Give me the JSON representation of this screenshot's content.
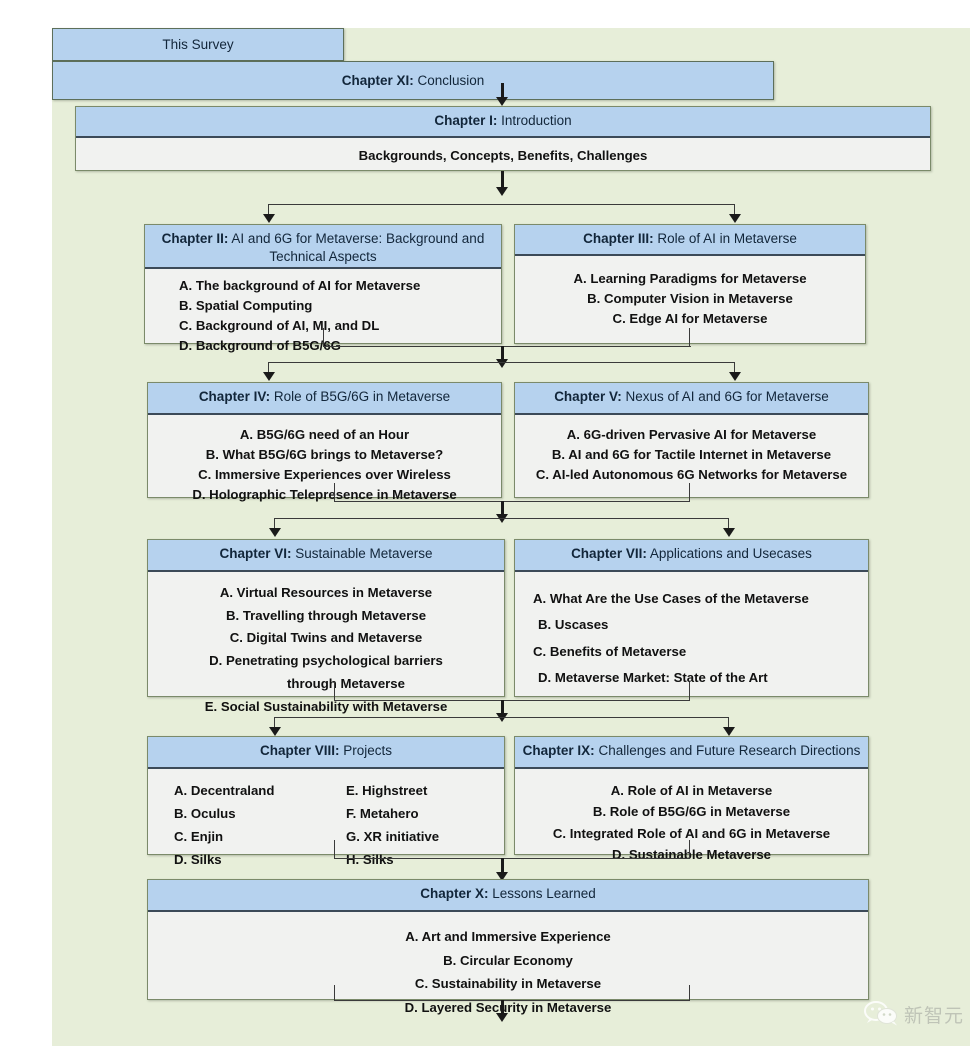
{
  "theme": {
    "canvas_bg": "#e7eed9",
    "header_blue": "#b6d2ee",
    "body_gray": "#f1f2f0",
    "border": "#7b8a6a",
    "header_text": "#12263a"
  },
  "root": {
    "label": "This Survey"
  },
  "chapter1": {
    "num": "Chapter I:",
    "title": " Introduction",
    "subtitle": "Backgrounds, Concepts, Benefits, Challenges"
  },
  "chapters": {
    "ii": {
      "num": "Chapter II:",
      "title": " AI and 6G for Metaverse: Background and Technical Aspects",
      "items": [
        "A. The background of AI for Metaverse",
        "B. Spatial Computing",
        "C. Background of AI, MI, and DL",
        "D. Background of B5G/6G"
      ]
    },
    "iii": {
      "num": "Chapter III:",
      "title": " Role of AI in Metaverse",
      "items": [
        "A. Learning Paradigms for Metaverse",
        "B. Computer Vision in Metaverse",
        "C. Edge AI for Metaverse"
      ]
    },
    "iv": {
      "num": "Chapter IV:",
      "title": " Role of B5G/6G in Metaverse",
      "items": [
        "A. B5G/6G need of an Hour",
        "B. What B5G/6G brings to Metaverse?",
        "C. Immersive Experiences over Wireless",
        "D. Holographic Telepresence in Metaverse"
      ]
    },
    "v": {
      "num": "Chapter V:",
      "title": " Nexus of AI and 6G for Metaverse",
      "items": [
        "A. 6G-driven Pervasive AI for Metaverse",
        "B. AI and 6G for Tactile Internet in Metaverse",
        "C. AI-led Autonomous 6G Networks for Metaverse"
      ]
    },
    "vi": {
      "num": "Chapter VI:",
      "title": " Sustainable Metaverse",
      "items": [
        "A. Virtual Resources in Metaverse",
        "B. Travelling through Metaverse",
        "C. Digital Twins and Metaverse",
        "D. Penetrating psychological barriers",
        "through Metaverse",
        "E. Social Sustainability with Metaverse"
      ]
    },
    "vii": {
      "num": "Chapter VII:",
      "title": " Applications and Usecases",
      "items": [
        "A. What Are the Use Cases of the Metaverse",
        "B. Uscases",
        "C. Benefits of Metaverse",
        "D. Metaverse Market: State of the Art"
      ]
    },
    "viii": {
      "num": "Chapter VIII:",
      "title": " Projects",
      "col1": [
        "A. Decentraland",
        "B. Oculus",
        "C. Enjin",
        "D. Silks"
      ],
      "col2": [
        "E. Highstreet",
        "F. Metahero",
        "G. XR initiative",
        "H. Silks"
      ]
    },
    "ix": {
      "num": "Chapter IX:",
      "title": " Challenges and Future Research Directions",
      "items": [
        "A. Role of AI in Metaverse",
        "B. Role of B5G/6G in Metaverse",
        "C. Integrated Role of AI and 6G in Metaverse",
        "D. Sustainable Metaverse"
      ]
    },
    "x": {
      "num": "Chapter X:",
      "title": " Lessons Learned",
      "items": [
        "A. Art and Immersive Experience",
        "B. Circular Economy",
        "C. Sustainability in Metaverse",
        "D. Layered Security in Metaverse"
      ]
    },
    "xi": {
      "num": "Chapter XI:",
      "title": " Conclusion"
    }
  },
  "watermark": {
    "text": "新智元",
    "icon": "wechat-icon"
  }
}
